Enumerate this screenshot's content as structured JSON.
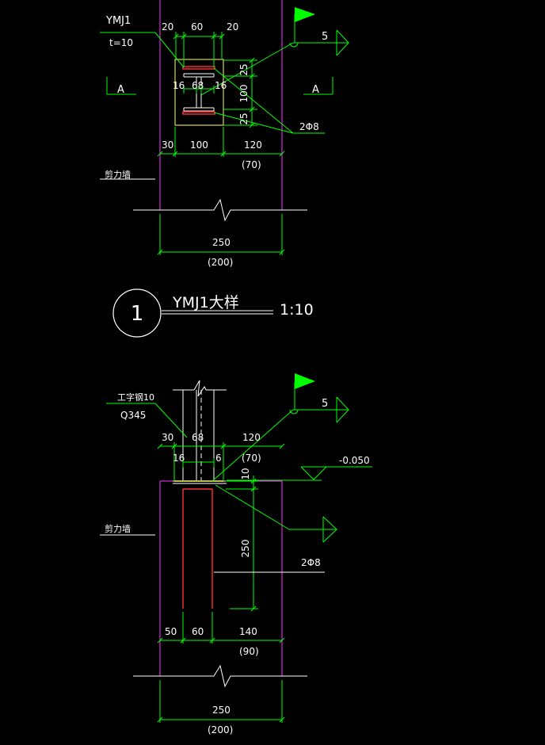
{
  "colors": {
    "background": "#000000",
    "wall": "#ff33ff",
    "dimension": "#00ff00",
    "rebar": "#ff3333",
    "plate": "#ffff66",
    "text": "#ffffff"
  },
  "top_detail": {
    "member_label": "YMJ1",
    "thickness_label": "t=10",
    "section_a_left": "A",
    "section_a_right": "A",
    "weld_size": "5",
    "rebar_label": "2Φ8",
    "wall_label": "剪力墙",
    "dims_top": [
      "20",
      "60",
      "20"
    ],
    "dims_web": [
      "16",
      "68",
      "16"
    ],
    "dims_right": [
      "25",
      "100",
      "25"
    ],
    "dims_bottom": [
      "30",
      "100",
      "120"
    ],
    "dim_bottom_alt": "(70)",
    "dim_total": "250",
    "dim_total_alt": "(200)"
  },
  "title_block": {
    "circle_number": "1",
    "title": "YMJ1大样",
    "scale": "1:10"
  },
  "bottom_detail": {
    "beam_label": "工字钢10",
    "grade_label": "Q345",
    "weld_size": "5",
    "elevation": "-0.050",
    "rebar_label": "2Φ8",
    "wall_label": "剪力墙",
    "dims_top": [
      "30",
      "68",
      "120"
    ],
    "dims_web": [
      "16",
      "6"
    ],
    "dim_top_alt": "(70)",
    "plate_thickness": "10",
    "embed_depth": "250",
    "dims_bottom": [
      "50",
      "60",
      "140"
    ],
    "dim_bottom_alt": "(90)",
    "dim_total": "250",
    "dim_total_alt": "(200)"
  }
}
